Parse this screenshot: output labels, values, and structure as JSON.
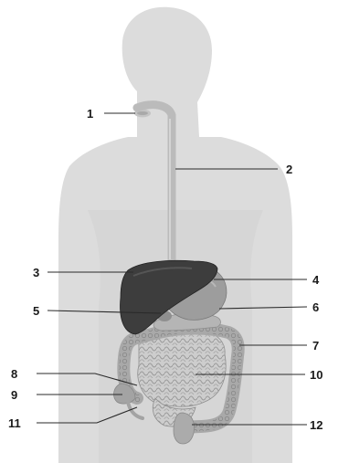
{
  "labels": {
    "l1": "1",
    "l2": "2",
    "l3": "3",
    "l4": "4",
    "l5": "5",
    "l6": "6",
    "l7": "7",
    "l8": "8",
    "l9": "9",
    "l10": "10",
    "l11": "11",
    "l12": "12"
  },
  "colors": {
    "silhouette": "#dcdcdc",
    "esophagus": "#b9b9b9",
    "liver": "#3d3d3d",
    "stomach": "#9d9d9d",
    "intestine": "#c6c6c6",
    "colon": "#a8a8a8"
  }
}
